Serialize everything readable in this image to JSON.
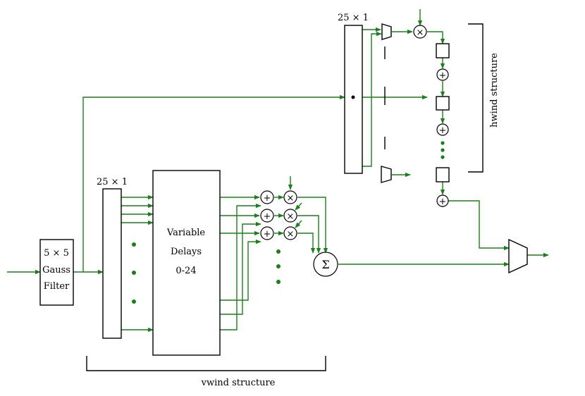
{
  "blocks": {
    "gauss_filter": [
      "5 × 5",
      "Gauss",
      "Filter"
    ],
    "vwind_register_label": "25 × 1",
    "variable_delays": [
      "Variable",
      "Delays",
      "0-24"
    ],
    "hwind_register_label": "25 × 1",
    "sum_symbol": "Σ",
    "add_symbol": "+",
    "mult_symbol": "×"
  },
  "brackets": {
    "vwind": "vwind structure",
    "hwind": "hwind structure"
  },
  "colors": {
    "wire": "#1a7f1a",
    "block": "#000000"
  }
}
